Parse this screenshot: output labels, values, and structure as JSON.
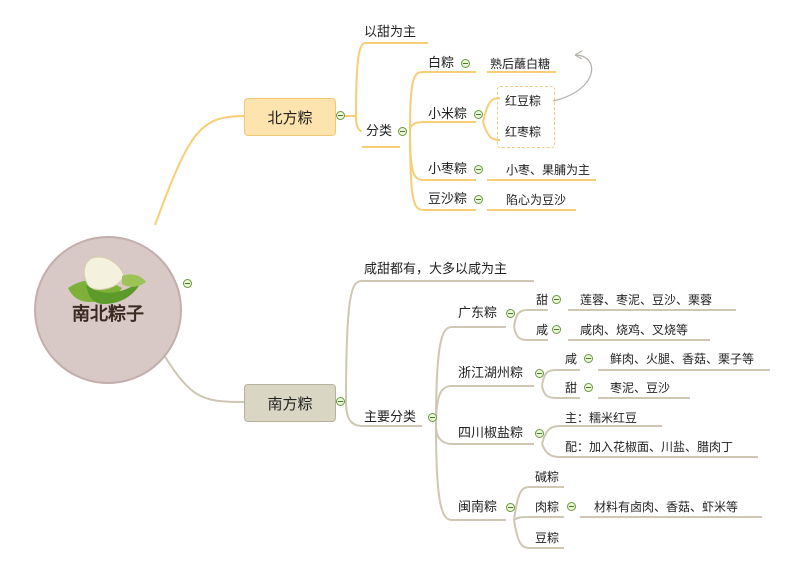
{
  "root": {
    "label": "南北粽子",
    "image": "zongzi-icon"
  },
  "north": {
    "label": "北方粽",
    "summary": "以甜为主",
    "category_label": "分类",
    "items": [
      {
        "label": "白粽",
        "detail": "熟后蘸白糖"
      },
      {
        "label": "小米粽",
        "subs": [
          "红豆粽",
          "红枣粽"
        ]
      },
      {
        "label": "小枣粽",
        "detail": "小枣、果脯为主"
      },
      {
        "label": "豆沙粽",
        "detail": "陷心为豆沙"
      }
    ]
  },
  "south": {
    "label": "南方粽",
    "summary": "咸甜都有，大多以咸为主",
    "category_label": "主要分类",
    "guangdong": {
      "label": "广东粽",
      "sweet": {
        "label": "甜",
        "detail": "莲蓉、枣泥、豆沙、栗蓉"
      },
      "salty": {
        "label": "咸",
        "detail": "咸肉、烧鸡、叉烧等"
      }
    },
    "zhejiang": {
      "label": "浙江湖州粽",
      "salty": {
        "label": "咸",
        "detail": "鲜肉、火腿、香菇、栗子等"
      },
      "sweet": {
        "label": "甜",
        "detail": "枣泥、豆沙"
      }
    },
    "sichuan": {
      "label": "四川椒盐粽",
      "main": "主：糯米红豆",
      "extra": "配：加入花椒面、川盐、腊肉丁"
    },
    "minnan": {
      "label": "闽南粽",
      "jian": "碱粽",
      "rou": {
        "label": "肉粽",
        "detail": "材料有卤肉、香菇、虾米等"
      },
      "dou": "豆粽"
    }
  },
  "colors": {
    "north_branch": "#f7cd75",
    "south_branch": "#cfc7b4",
    "north_box": "#fde3ae",
    "south_box": "#d9d7c4"
  }
}
